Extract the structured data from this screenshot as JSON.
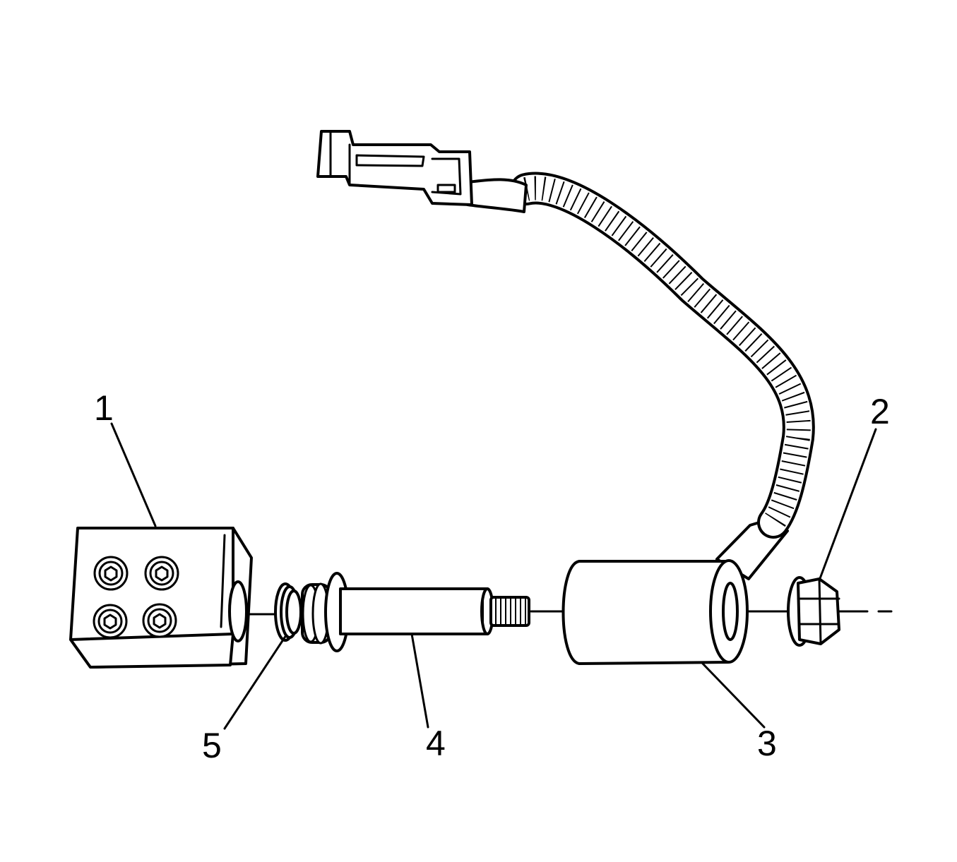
{
  "callouts": [
    {
      "id": "1",
      "label": "1"
    },
    {
      "id": "2",
      "label": "2"
    },
    {
      "id": "3",
      "label": "3"
    },
    {
      "id": "4",
      "label": "4"
    },
    {
      "id": "5",
      "label": "5"
    }
  ],
  "colors": {
    "line": "#000000",
    "fill": "#ffffff",
    "background": "#ffffff"
  }
}
